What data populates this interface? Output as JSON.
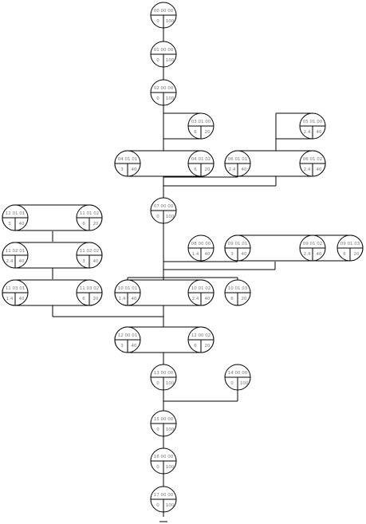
{
  "nodes": [
    {
      "id": "n01",
      "name": "00 00 00",
      "values": [
        "0",
        "100"
      ]
    },
    {
      "id": "n02",
      "name": "01 00 00",
      "values": [
        "0",
        "100"
      ]
    },
    {
      "id": "n03",
      "name": "02 00 00",
      "values": [
        "0",
        "100"
      ]
    },
    {
      "id": "n04",
      "name": "03 01 00",
      "values": [
        "6",
        "20"
      ]
    },
    {
      "id": "n05",
      "name": "04 01 01",
      "values": [
        "3",
        "40"
      ]
    },
    {
      "id": "n06",
      "name": "04 01 02",
      "values": [
        "6",
        "20"
      ]
    },
    {
      "id": "n07",
      "name": "05 01 00",
      "values": [
        "2.4",
        "40"
      ]
    },
    {
      "id": "n08",
      "name": "06 01 01",
      "values": [
        "2.4",
        "40"
      ]
    },
    {
      "id": "n09",
      "name": "06 01 02",
      "values": [
        "2.4",
        "40"
      ]
    },
    {
      "id": "n10",
      "name": "07 00 00",
      "values": [
        "0",
        "100"
      ]
    },
    {
      "id": "n11",
      "name": "08 00 00",
      "values": [
        "1.4",
        "40"
      ]
    },
    {
      "id": "n12",
      "name": "09 01 01",
      "values": [
        "3",
        "40"
      ]
    },
    {
      "id": "n13",
      "name": "09 01 02",
      "values": [
        "2.4",
        "40"
      ]
    },
    {
      "id": "n14",
      "name": "09 01 03",
      "values": [
        "6",
        "20"
      ]
    },
    {
      "id": "n15",
      "name": "10 01 01",
      "values": [
        "1.4",
        "40"
      ]
    },
    {
      "id": "n16",
      "name": "10 01 02",
      "values": [
        "2.4",
        "40"
      ]
    },
    {
      "id": "n17",
      "name": "10 01 03",
      "values": [
        "6",
        "20"
      ]
    },
    {
      "id": "n18",
      "name": "11 01 01",
      "values": [
        "3",
        "40"
      ]
    },
    {
      "id": "n19",
      "name": "11 01 02",
      "values": [
        "6",
        "20"
      ]
    },
    {
      "id": "n20",
      "name": "11 02 01",
      "values": [
        "2.4",
        "40"
      ]
    },
    {
      "id": "n21",
      "name": "11 02 02",
      "values": [
        "3",
        "40"
      ]
    },
    {
      "id": "n22",
      "name": "11 03 01",
      "values": [
        "1.4",
        "40"
      ]
    },
    {
      "id": "n23",
      "name": "11 03 02",
      "values": [
        "6",
        "20"
      ]
    },
    {
      "id": "n24",
      "name": "12 00 01",
      "values": [
        "3",
        "40"
      ]
    },
    {
      "id": "n25",
      "name": "12 00 02",
      "values": [
        "6",
        "20"
      ]
    },
    {
      "id": "n26",
      "name": "13 00 00",
      "values": [
        "0",
        "100"
      ]
    },
    {
      "id": "n27",
      "name": "14 00 00",
      "values": [
        "0",
        "100"
      ]
    },
    {
      "id": "n28",
      "name": "15 00 00",
      "values": [
        "0",
        "100"
      ]
    },
    {
      "id": "n29",
      "name": "16 00 00",
      "values": [
        "0",
        "100"
      ]
    },
    {
      "id": "n30",
      "name": "17 00 00",
      "values": [
        "0",
        "100"
      ]
    }
  ]
}
